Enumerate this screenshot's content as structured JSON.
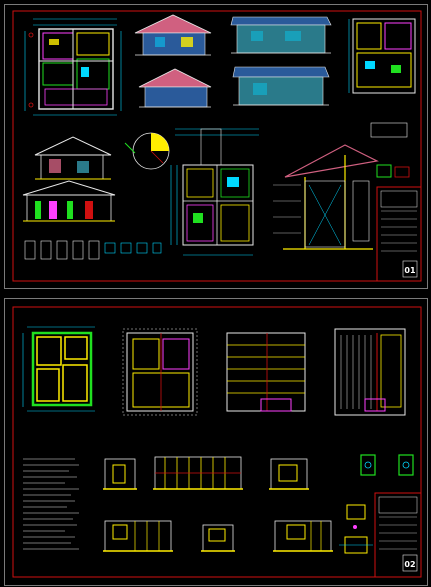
{
  "sheets": [
    {
      "id": "sheet-1",
      "number": "01"
    },
    {
      "id": "sheet-2",
      "number": "02"
    }
  ],
  "colors": {
    "background": "#000000",
    "sheet_border": "#7a7a7a",
    "frame_red": "#d01010",
    "wall_yellow": "#ffee00",
    "dimension_cyan": "#00d8ff",
    "wall_green": "#20e020",
    "roof_blue": "#2a5a9a",
    "wall_teal": "#2a7a8a",
    "roof_pink": "#d06080",
    "magenta": "#ff40ff",
    "white_lines": "#e8e8e8"
  }
}
